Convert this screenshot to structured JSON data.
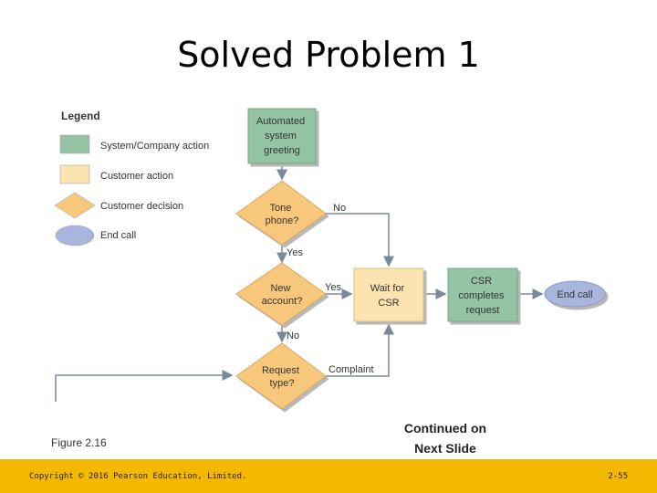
{
  "slide": {
    "title": "Solved Problem 1",
    "figure_label": "Figure 2.16",
    "continued_line1": "Continued on",
    "continued_line2": "Next Slide",
    "copyright": "Copyright © 2016 Pearson Education, Limited.",
    "page_number": "2-55"
  },
  "legend": {
    "title": "Legend",
    "items": [
      {
        "label": "System/Company action",
        "color": "#94c4a4"
      },
      {
        "label": "Customer action",
        "color": "#fde3b0"
      },
      {
        "label": "Customer decision",
        "color": "#f7c87c"
      },
      {
        "label": "End call",
        "color": "#a8b5dc"
      }
    ]
  },
  "nodes": {
    "greeting": [
      "Automated",
      "system",
      "greeting"
    ],
    "tone": [
      "Tone",
      "phone?"
    ],
    "new_account": [
      "New",
      "account?"
    ],
    "request_type": [
      "Request",
      "type?"
    ],
    "wait_csr": [
      "Wait for",
      "CSR"
    ],
    "csr_completes": [
      "CSR",
      "completes",
      "request"
    ],
    "end_call": "End call"
  },
  "edges": {
    "tone_no": "No",
    "tone_yes": "Yes",
    "new_yes": "Yes",
    "new_no": "No",
    "complaint": "Complaint"
  },
  "colors": {
    "system_action": "#94c4a4",
    "customer_action": "#fde3b0",
    "decision": "#f7c87c",
    "end_call": "#a8b5dc",
    "footer": "#f5b800",
    "line": "#7a8a9a"
  }
}
